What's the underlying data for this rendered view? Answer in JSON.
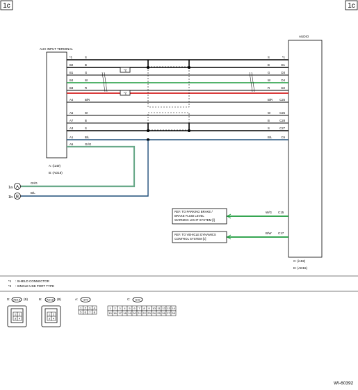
{
  "page": {
    "ref_left": "1c",
    "ref_right": "1c",
    "figure_id": "WI-60392"
  },
  "aux": {
    "title": "AUX INPUT TERMINAL",
    "connectors": [
      "A: (i149)",
      "B: (AD18)"
    ]
  },
  "audio": {
    "title": "AUDIO",
    "connectors": [
      "C: (i192)",
      "D: (AD15)"
    ]
  },
  "wires": [
    {
      "lpin": "*1",
      "lcol": "S",
      "rcol": "S",
      "rpin": "*1",
      "color": "#000000"
    },
    {
      "lpin": "B2",
      "lcol": "B",
      "rcol": "B",
      "rpin": "D1",
      "color": "#000000"
    },
    {
      "lpin": "B1",
      "lcol": "G",
      "rcol": "G",
      "rpin": "D3",
      "color": "#000000"
    },
    {
      "lpin": "B4",
      "lcol": "W",
      "rcol": "W",
      "rpin": "D4",
      "color": "#1a9a3a"
    },
    {
      "lpin": "B3",
      "lcol": "R",
      "rcol": "R",
      "rpin": "D2",
      "color": "#000000"
    },
    {
      "lpin": "",
      "lcol": "",
      "rcol": "",
      "rpin": "",
      "color": "#d42020"
    },
    {
      "lpin": "A4",
      "lcol": "B/R",
      "rcol": "B/R",
      "rpin": "C25",
      "color": "#000000"
    },
    {
      "lpin": "A6",
      "lcol": "W",
      "rcol": "W",
      "rpin": "C26",
      "color": "#000000"
    },
    {
      "lpin": "A7",
      "lcol": "B",
      "rcol": "B",
      "rpin": "C28",
      "color": "#000000"
    },
    {
      "lpin": "A3",
      "lcol": "S",
      "rcol": "S",
      "rpin": "C27",
      "color": "#000000"
    },
    {
      "lpin": "A1",
      "lcol": "B/L",
      "rcol": "B/L",
      "rpin": "C6",
      "color": "#1f4e79"
    },
    {
      "lpin": "A5",
      "lcol": "Gr/G",
      "rcol": "",
      "rpin": "",
      "color": "#6aaa8a"
    }
  ],
  "marks": {
    "star2": "*2"
  },
  "ext": [
    {
      "id": "A",
      "ref": "1a",
      "wire": "Gr/G"
    },
    {
      "id": "B",
      "ref": "1b",
      "wire": "B/L"
    }
  ],
  "refs": [
    {
      "text": [
        "REF. TO PARKING BRAKE /",
        "BRAKE FLUID LEVEL",
        "WARNING LIGHT SYSTEM [l]"
      ],
      "wire": "W/G",
      "pin": "C15"
    },
    {
      "text": [
        "REF. TO VEHICLE DYNAMICS",
        "CONTROL SYSTEM [c]"
      ],
      "wire": "B/W",
      "pin": "C17"
    }
  ],
  "notes": [
    {
      "mark": "*1",
      "text": ": SHIELD CONNECTOR"
    },
    {
      "mark": "*2",
      "text": ": SINGLE USB PORT TYPE"
    }
  ],
  "views": {
    "d": {
      "label": "D:",
      "code": "AD15",
      "suffix": "(B)",
      "pins": [
        "1",
        "2",
        "3",
        "4"
      ]
    },
    "b": {
      "label": "B:",
      "code": "AD18",
      "suffix": "(B)",
      "pins": [
        "1",
        "2",
        "3",
        "4"
      ]
    },
    "a": {
      "label": "A:",
      "code": "i149",
      "pins": [
        "1",
        "2",
        "3",
        "4",
        "5",
        "6",
        "7",
        "8"
      ]
    },
    "c": {
      "label": "C:",
      "code": "i192",
      "pins": [
        "1",
        "2",
        "3",
        "4",
        "5",
        "6",
        "7",
        "8",
        "9",
        "10",
        "11",
        "12",
        "13",
        "14",
        "15",
        "16",
        "17",
        "18",
        "19",
        "20",
        "21",
        "22",
        "23",
        "24",
        "25",
        "26",
        "27",
        "28"
      ]
    }
  }
}
